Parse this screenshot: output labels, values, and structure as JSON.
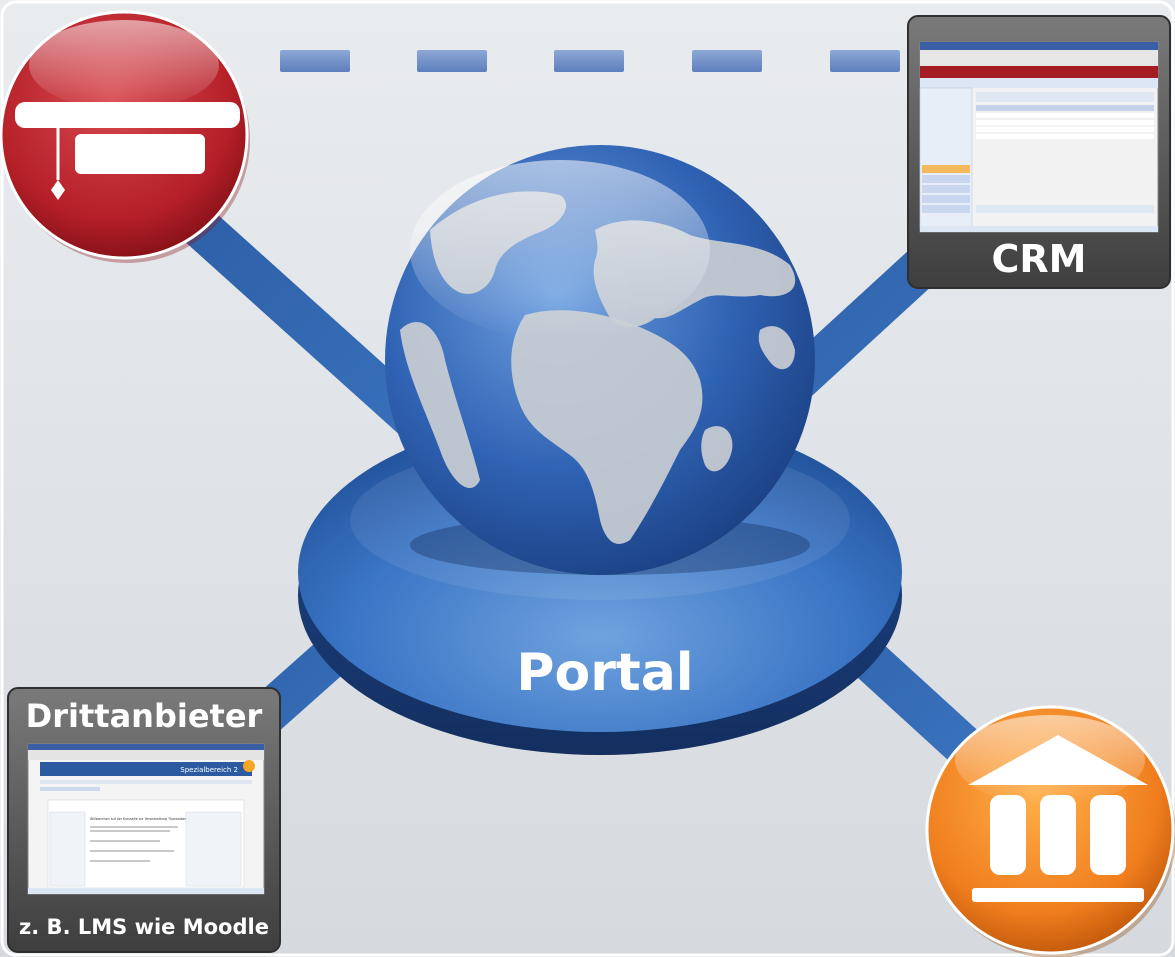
{
  "nodes": {
    "portal": {
      "label": "Portal"
    },
    "crm": {
      "label": "CRM"
    },
    "third_party": {
      "label": "Drittanbieter",
      "caption": "z. B. LMS wie Moodle",
      "thumbnail_title": "Spezialbereich 2",
      "thumbnail_heading": "Willkommen auf der Kursseite zur Veranstaltung \"Spezialbereich\""
    }
  },
  "colors": {
    "portal_blue": "#2f62a8",
    "connector_blue": "#2a5fa8",
    "red_node": "#b8202a",
    "orange_node": "#f08020",
    "panel_gray": "#555555"
  },
  "icons": {
    "top_left": "graduation-cap-icon",
    "bottom_right": "institution-building-icon",
    "center": "globe-icon"
  }
}
